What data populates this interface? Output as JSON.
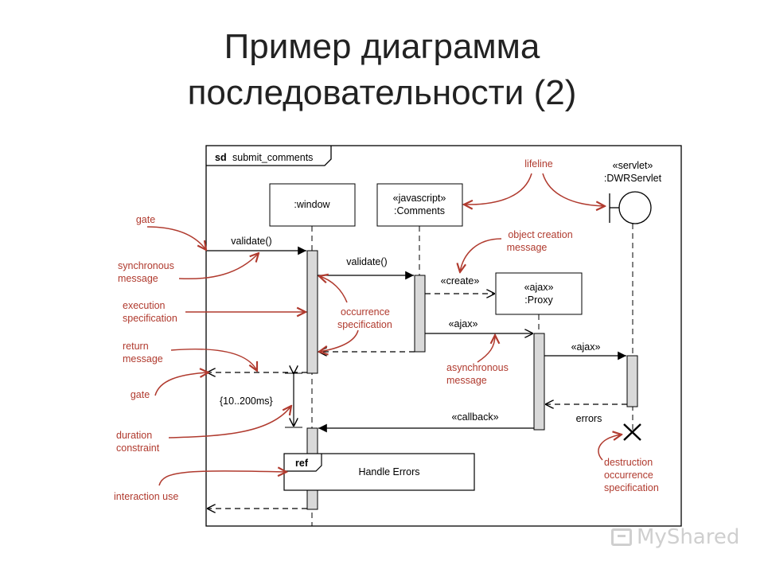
{
  "slide": {
    "title_line1": "Пример диаграмма",
    "title_line2": "последовательности (2)"
  },
  "frame": {
    "keyword": "sd",
    "name": "submit_comments"
  },
  "lifelines": {
    "window": {
      "label": ":window"
    },
    "comments": {
      "stereotype": "«javascript»",
      "label": ":Comments"
    },
    "proxy": {
      "stereotype": "«ajax»",
      "label": ":Proxy"
    },
    "servlet": {
      "stereotype": "«servlet»",
      "label": ":DWRServlet"
    }
  },
  "messages": {
    "validate1": "validate()",
    "validate2": "validate()",
    "create": "«create»",
    "ajax1": "«ajax»",
    "ajax2": "«ajax»",
    "errors": "errors",
    "callback": "«callback»"
  },
  "duration_constraint": "{10..200ms}",
  "interaction_use": {
    "keyword": "ref",
    "name": "Handle Errors"
  },
  "annotations": {
    "lifeline": "lifeline",
    "gate_top": "gate",
    "sync_line1": "synchronous",
    "sync_line2": "message",
    "exec_line1": "execution",
    "exec_line2": "specification",
    "return_line1": "return",
    "return_line2": "message",
    "gate_bottom": "gate",
    "duration_line1": "duration",
    "duration_line2": "constraint",
    "interaction_use": "interaction use",
    "object_creation_line1": "object creation",
    "object_creation_line2": "message",
    "occurrence_line1": "occurrence",
    "occurrence_line2": "specification",
    "async_line1": "asynchronous",
    "async_line2": "message",
    "destruction_line1": "destruction",
    "destruction_line2": "occurrence",
    "destruction_line3": "specification"
  },
  "colors": {
    "annotation": "#b03a2e",
    "activation": "#d9d9d9",
    "line": "#000000"
  },
  "watermark": {
    "text": "MyShared"
  }
}
